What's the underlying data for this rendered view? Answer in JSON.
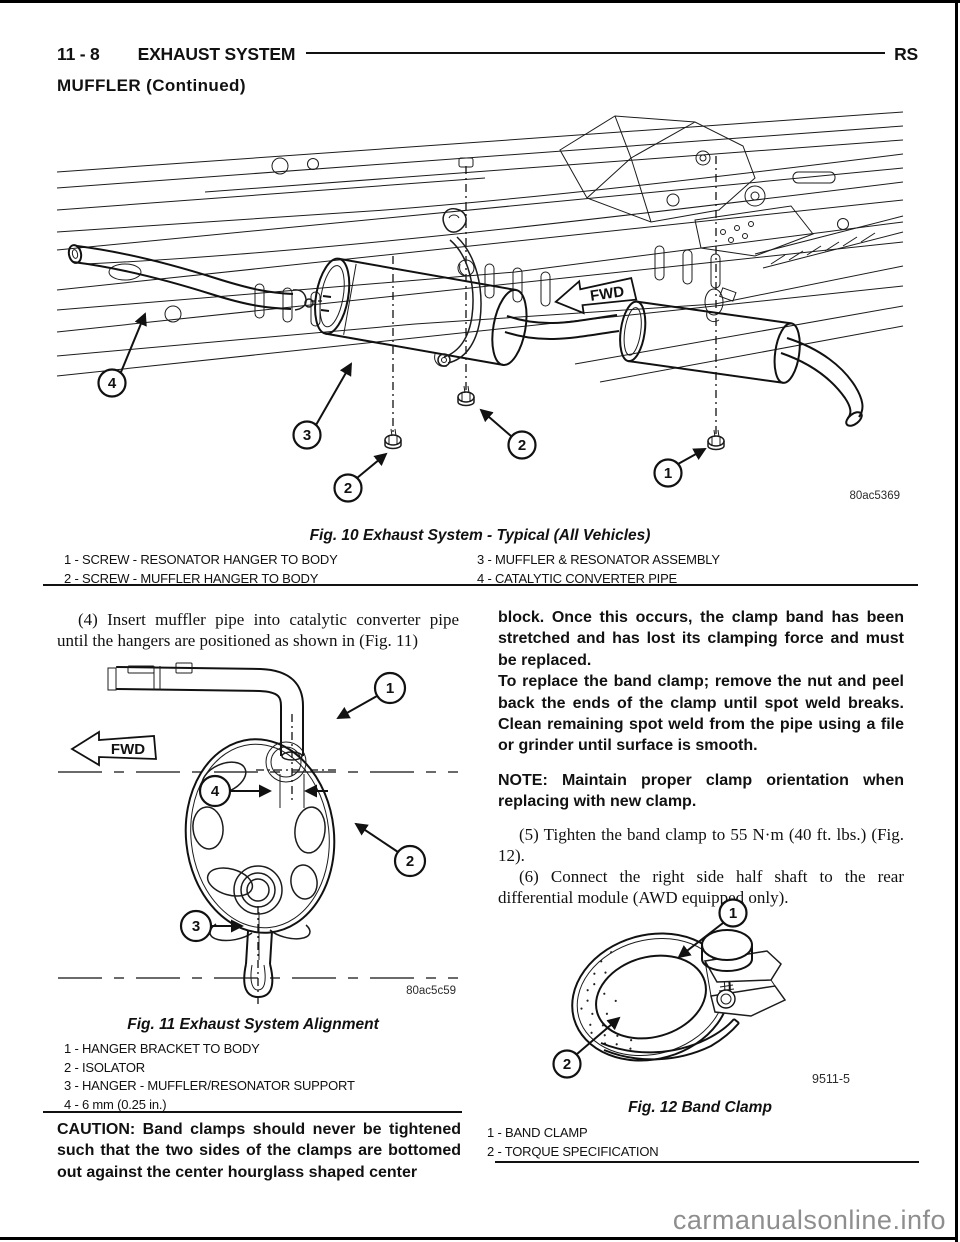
{
  "header": {
    "page_code": "11 - 8",
    "title": "EXHAUST SYSTEM",
    "model": "RS"
  },
  "section": {
    "title": "MUFFLER (Continued)"
  },
  "fig10": {
    "caption": "Fig. 10 Exhaust System - Typical (All Vehicles)",
    "code": "80ac5369",
    "fwd": "FWD",
    "callout_1": "1",
    "callout_2": "2",
    "callout_3": "3",
    "callout_4": "4",
    "legend_col1": [
      "1 - SCREW - RESONATOR HANGER TO BODY",
      "2 - SCREW - MUFFLER HANGER TO BODY"
    ],
    "legend_col2": [
      "3 - MUFFLER & RESONATOR ASSEMBLY",
      "4 - CATALYTIC CONVERTER PIPE"
    ]
  },
  "left_column": {
    "step_4": "(4) Insert muffler pipe into catalytic converter pipe until the hangers are positioned as shown in (Fig. 11)",
    "caution": "CAUTION: Band clamps should never be tightened such that the two sides of the clamps are bottomed out against the center hourglass shaped center"
  },
  "fig11": {
    "caption": "Fig. 11 Exhaust System Alignment",
    "code": "80ac5c59",
    "fwd": "FWD",
    "callout_1": "1",
    "callout_2": "2",
    "callout_3": "3",
    "callout_4": "4",
    "legend": [
      "1 - HANGER BRACKET TO BODY",
      "2 - ISOLATOR",
      "3 - HANGER - MUFFLER/RESONATOR SUPPORT",
      "4 - 6 mm (0.25 in.)"
    ]
  },
  "right_column": {
    "para_1": "block. Once this occurs, the clamp band has been stretched and has lost its clamping force and must be replaced.",
    "para_2": "To replace the band clamp; remove the nut and peel back the ends of the clamp until spot weld breaks. Clean remaining spot weld from the pipe using a file or grinder until surface is smooth.",
    "note": "NOTE: Maintain proper clamp orientation when replacing with new clamp.",
    "step_5": "(5) Tighten the band clamp to 55 N·m (40 ft. lbs.) (Fig. 12).",
    "step_6": "(6) Connect the right side half shaft to the rear differential module (AWD equipped only)."
  },
  "fig12": {
    "caption": "Fig. 12 Band Clamp",
    "code": "9511-5",
    "callout_1": "1",
    "callout_2": "2",
    "legend": [
      "1 - BAND CLAMP",
      "2 - TORQUE SPECIFICATION"
    ]
  },
  "footer": {
    "watermark": "carmanualsonline.info"
  }
}
